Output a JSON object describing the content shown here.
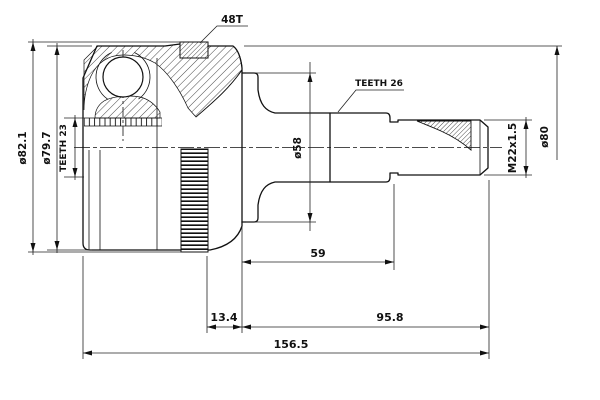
{
  "drawing": {
    "title": "cv-joint-outer-race-technical-drawing",
    "colors": {
      "line": "#111111",
      "background": "#ffffff"
    },
    "callouts": {
      "abs_teeth": "48T",
      "shaft_spline": "TEETH 26",
      "bore_spline": "TEETH 23"
    },
    "diameters": {
      "ring_od": "ø82.1",
      "body_od": "ø79.7",
      "collar_od": "ø58",
      "housing_od": "ø80",
      "thread": "M22x1.5"
    },
    "lengths": {
      "spline_section": "59",
      "ring_to_face": "13.4",
      "shaft_section": "95.8",
      "total": "156.5"
    }
  }
}
